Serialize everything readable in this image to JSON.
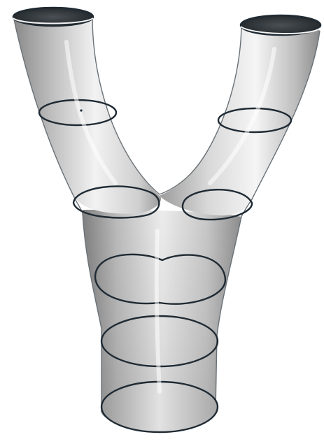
{
  "figure": {
    "subject": "y-shaped-tube-surface",
    "colors": {
      "background": "#ffffff",
      "surface_light": "#f4f4f4",
      "surface_mid": "#c9c9c9",
      "surface_dark": "#7a7a7a",
      "outline": "#2f3a40",
      "cross_section": "#1f2a33",
      "opening_inner": "#2a2f33"
    },
    "parts": [
      "left-branch",
      "right-branch",
      "trunk",
      "left-opening",
      "right-opening",
      "bottom-opening",
      "cross-section-left-upper",
      "cross-section-right-upper",
      "cross-section-left-junction",
      "cross-section-right-junction",
      "cross-section-trunk-upper",
      "cross-section-trunk-middle",
      "cross-section-trunk-bottom"
    ]
  }
}
